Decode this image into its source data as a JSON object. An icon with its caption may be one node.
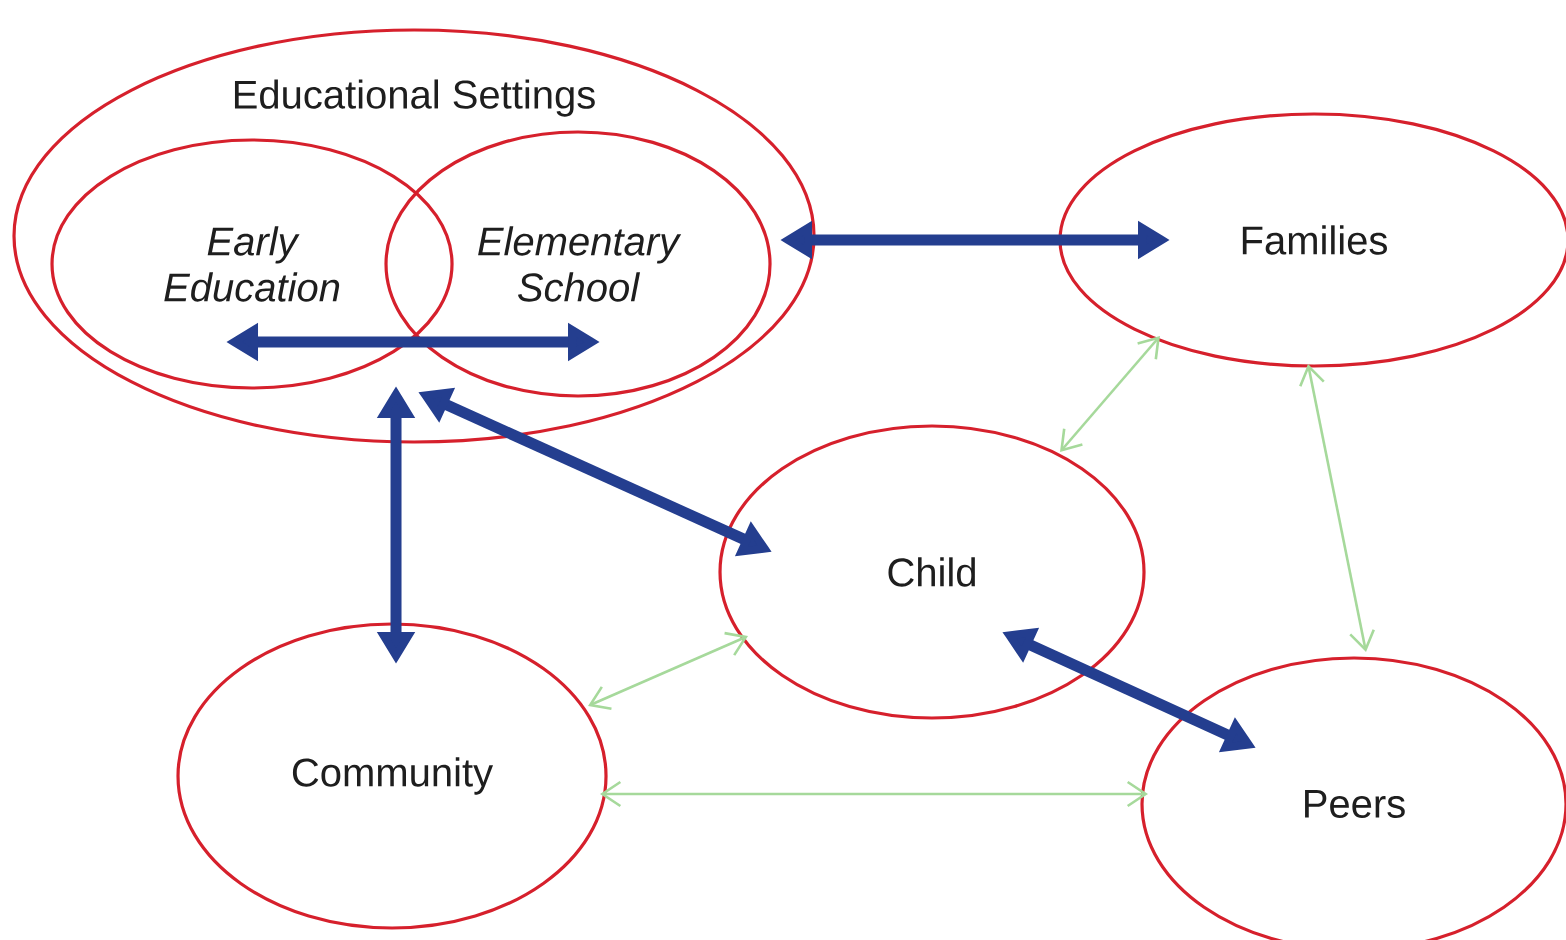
{
  "diagram": {
    "nodes": [
      {
        "text": [
          "Educational Settings"
        ]
      },
      {
        "text": [
          "Early Education"
        ],
        "in": 0
      },
      {
        "text": [
          "Elementary School"
        ],
        "in": 0
      },
      {
        "text": [
          "Families"
        ]
      },
      {
        "text": [
          "Child"
        ]
      },
      {
        "text": [
          "Community"
        ]
      },
      {
        "text": [
          "Peers"
        ]
      }
    ],
    "edges": [
      {
        "from": 1,
        "to": 2,
        "arrow": "both"
      },
      {
        "from": 0,
        "to": 3,
        "arrow": "both"
      },
      {
        "from": 0,
        "to": 4,
        "arrow": "both"
      },
      {
        "from": 0,
        "to": 5,
        "arrow": "both"
      },
      {
        "from": 4,
        "to": 6,
        "arrow": "both"
      },
      {
        "from": 4,
        "to": 3,
        "arrow": "both",
        "color": "#a6d99b"
      },
      {
        "from": 3,
        "to": 6,
        "arrow": "both",
        "color": "#a6d99b"
      },
      {
        "from": 5,
        "to": 4,
        "arrow": "both",
        "color": "#a6d99b"
      },
      {
        "from": 5,
        "to": 6,
        "arrow": "both",
        "color": "#a6d99b"
      }
    ]
  }
}
